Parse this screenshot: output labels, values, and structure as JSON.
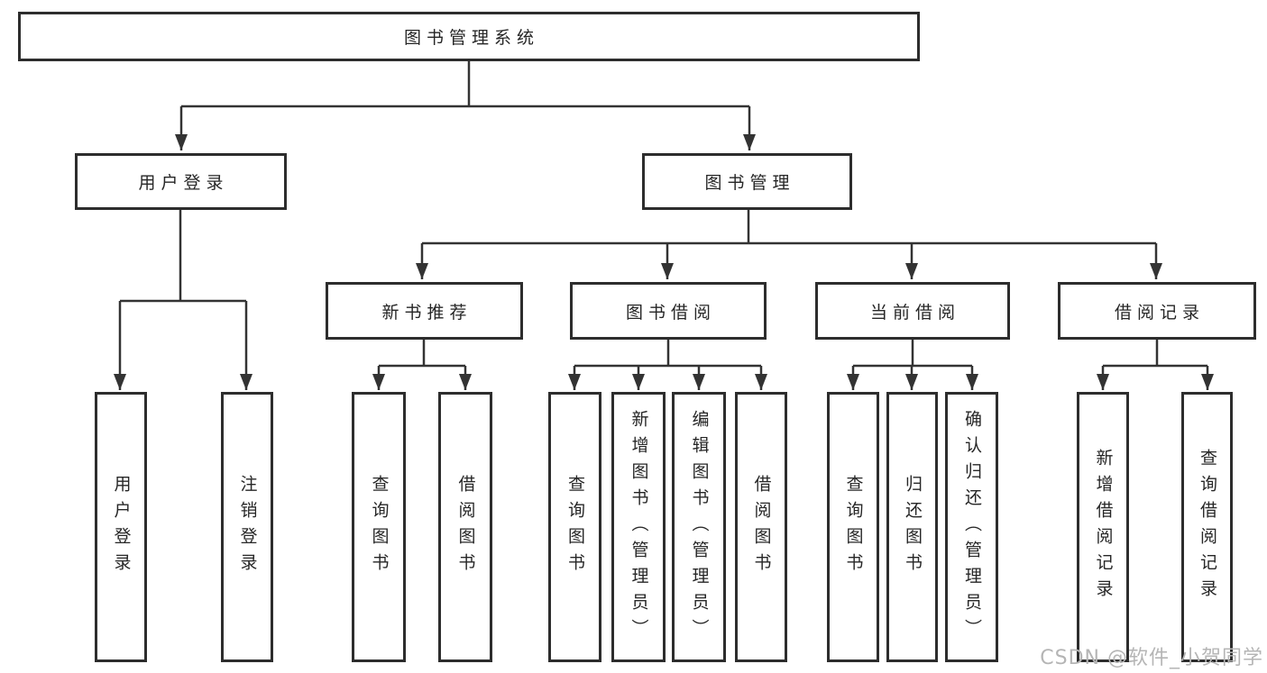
{
  "colors": {
    "line": "#333333",
    "box_border": "#2d2d2d",
    "text": "#262626",
    "watermark": "#b5b5b5",
    "background": "#ffffff"
  },
  "watermark": "CSDN @软件_小贺同学",
  "diagram": {
    "root": {
      "label": "图书管理系统"
    },
    "level2": [
      {
        "label": "用户登录"
      },
      {
        "label": "图书管理"
      }
    ],
    "level3": [
      {
        "label": "新书推荐",
        "parent": "图书管理"
      },
      {
        "label": "图书借阅",
        "parent": "图书管理"
      },
      {
        "label": "当前借阅",
        "parent": "图书管理"
      },
      {
        "label": "借阅记录",
        "parent": "图书管理"
      }
    ],
    "leaves": [
      {
        "label": "用户登录",
        "parent": "用户登录"
      },
      {
        "label": "注销登录",
        "parent": "用户登录"
      },
      {
        "label": "查询图书",
        "parent": "新书推荐"
      },
      {
        "label": "借阅图书",
        "parent": "新书推荐"
      },
      {
        "label": "查询图书",
        "parent": "图书借阅"
      },
      {
        "label": "新增图书（管理员）",
        "parent": "图书借阅"
      },
      {
        "label": "编辑图书（管理员）",
        "parent": "图书借阅"
      },
      {
        "label": "借阅图书",
        "parent": "图书借阅"
      },
      {
        "label": "查询图书",
        "parent": "当前借阅"
      },
      {
        "label": "归还图书",
        "parent": "当前借阅"
      },
      {
        "label": "确认归还（管理员）",
        "parent": "当前借阅"
      },
      {
        "label": "新增借阅记录",
        "parent": "借阅记录"
      },
      {
        "label": "查询借阅记录",
        "parent": "借阅记录"
      }
    ]
  }
}
